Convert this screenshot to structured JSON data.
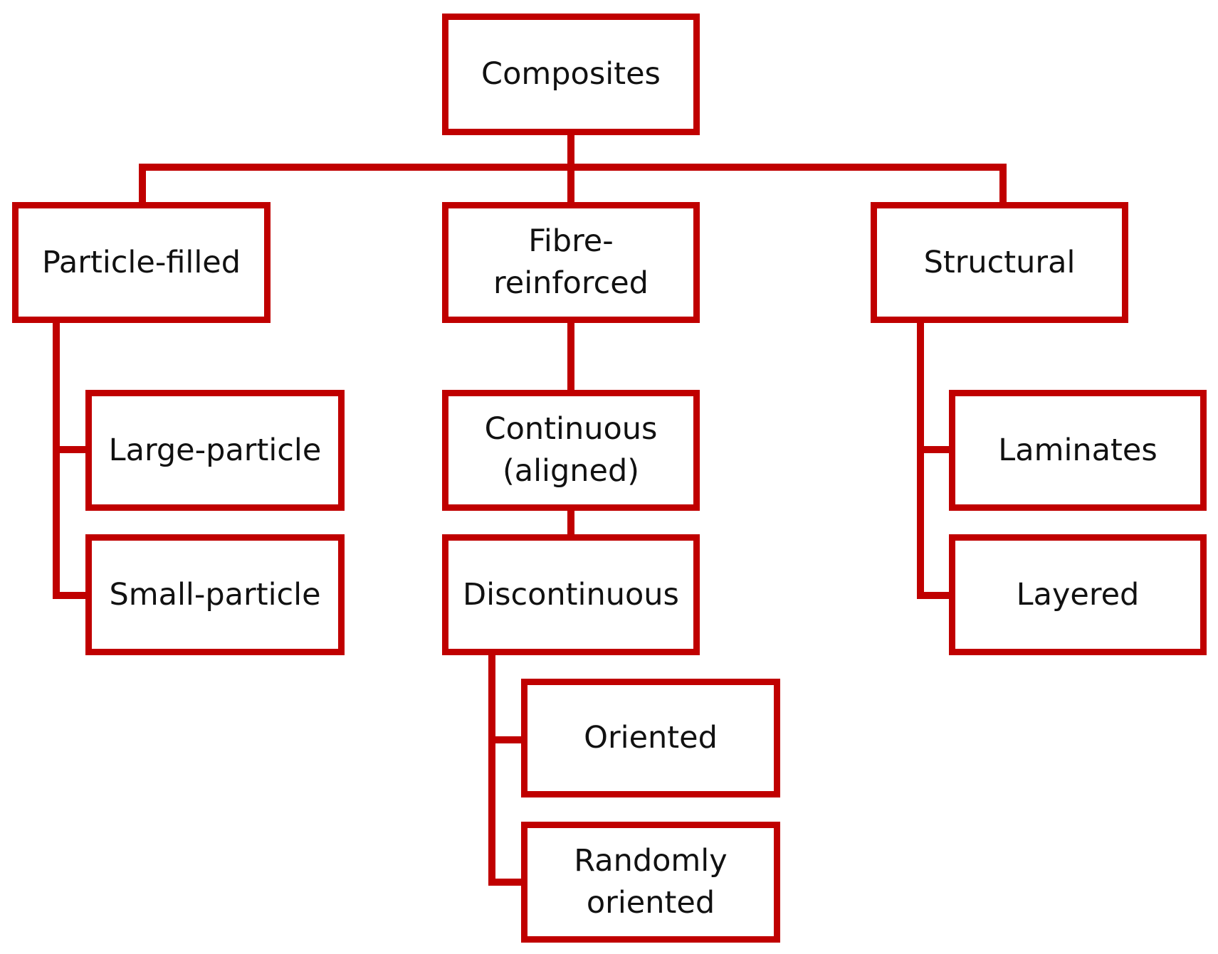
{
  "colors": {
    "accent": "#c00000",
    "text": "#111111",
    "background": "#ffffff"
  },
  "diagram": {
    "root": "Composites",
    "branches": {
      "particle": {
        "label": "Particle-filled",
        "children": [
          "Large-particle",
          "Small-particle"
        ]
      },
      "fibre": {
        "label": "Fibre-\nreinforced",
        "children": [
          "Continuous\n(aligned)",
          "Discontinuous"
        ],
        "discontinuous_children": [
          "Oriented",
          "Randomly\noriented"
        ]
      },
      "structural": {
        "label": "Structural",
        "children": [
          "Laminates",
          "Layered"
        ]
      }
    }
  }
}
